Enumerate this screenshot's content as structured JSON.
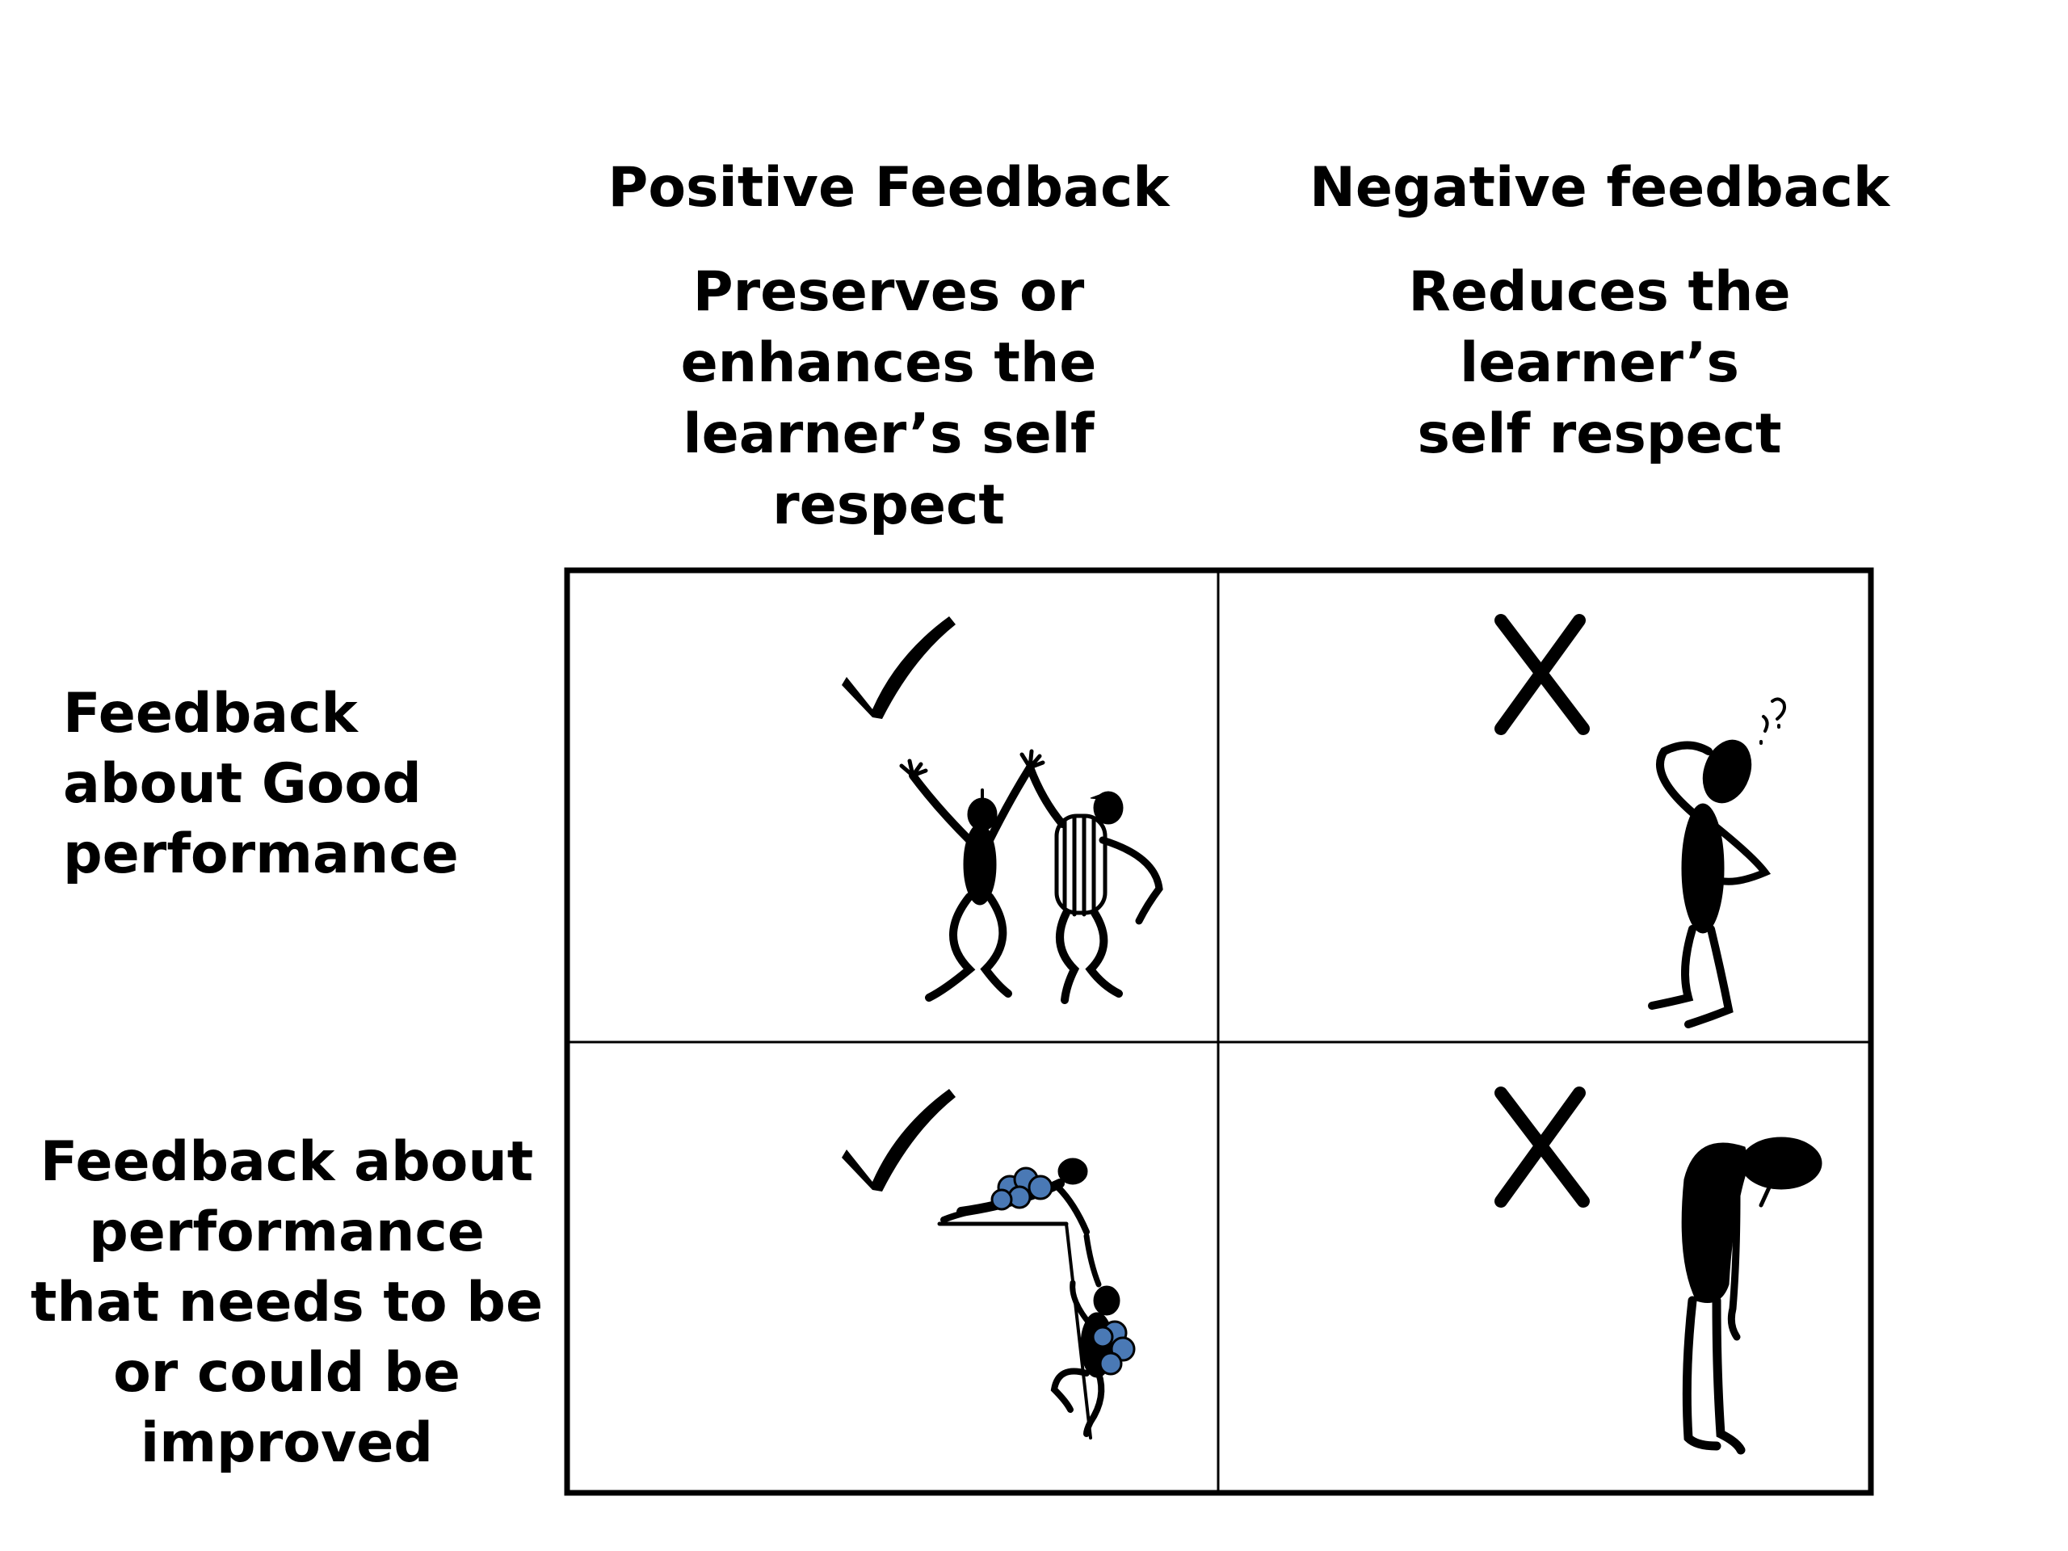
{
  "columns": [
    {
      "title": "Positive Feedback",
      "subtitle": "Preserves or enhances the learner’s self respect"
    },
    {
      "title": "Negative feedback",
      "subtitle": "Reduces the learner’s self respect"
    }
  ],
  "rows": [
    {
      "label": "Feedback about Good performance"
    },
    {
      "label": "Feedback about performance that needs to be or could be improved"
    }
  ],
  "cells": [
    {
      "mark": "check-icon",
      "illustration": "celebrating-figures"
    },
    {
      "mark": "x-icon",
      "illustration": "confused-figure"
    },
    {
      "mark": "check-icon",
      "illustration": "helping-climber-figures"
    },
    {
      "mark": "x-icon",
      "illustration": "dejected-figure"
    }
  ],
  "colors": {
    "ink": "#000000",
    "backpack": "#4a79b5",
    "line": "#000000"
  }
}
